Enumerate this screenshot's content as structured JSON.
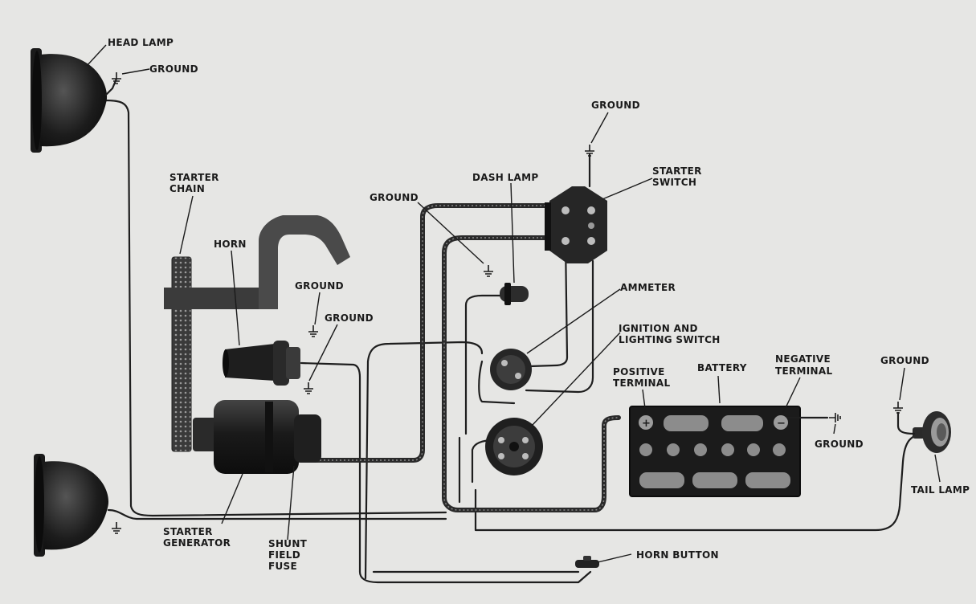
{
  "labels": {
    "head_lamp": "HEAD LAMP",
    "ground_headlamp": "GROUND",
    "starter_chain_1": "STARTER",
    "starter_chain_2": "CHAIN",
    "horn": "HORN",
    "ground_horn": "GROUND",
    "ground_generator": "GROUND",
    "ground_dash": "GROUND",
    "dash_lamp": "DASH LAMP",
    "ground_switch": "GROUND",
    "starter_switch_1": "STARTER",
    "starter_switch_2": "SWITCH",
    "ammeter": "AMMETER",
    "ignition_1": "IGNITION AND",
    "ignition_2": "LIGHTING SWITCH",
    "positive_1": "POSITIVE",
    "positive_2": "TERMINAL",
    "battery": "BATTERY",
    "negative_1": "NEGATIVE",
    "negative_2": "TERMINAL",
    "ground_battery": "GROUND",
    "ground_tail": "GROUND",
    "tail_lamp": "TAIL LAMP",
    "starter_generator_1": "STARTER",
    "starter_generator_2": "GENERATOR",
    "shunt_1": "SHUNT",
    "shunt_2": "FIELD",
    "shunt_3": "FUSE",
    "horn_button": "HORN BUTTON"
  },
  "battery_terminals": {
    "positive": "+",
    "negative": "−"
  },
  "colors": {
    "background": "#e6e6e4",
    "ink": "#1a1a1a"
  }
}
